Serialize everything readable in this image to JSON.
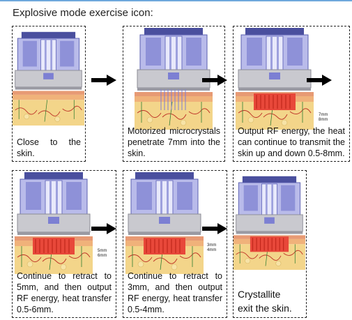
{
  "title": "Explosive mode exercise icon:",
  "panels": [
    {
      "caption": "Close to the skin."
    },
    {
      "caption": "Motorized microcrystals penetrate 7mm into the skin."
    },
    {
      "caption": "Output RF energy, the heat can continue to transmit the skin up and down 0.5-8mm.",
      "scale": [
        "7mm",
        "8mm"
      ]
    },
    {
      "caption": "Continue to retract to 5mm, and then output RF energy, heat transfer 0.5-6mm.",
      "scale": [
        "5mm",
        "6mm"
      ]
    },
    {
      "caption": "Continue to retract to 3mm, and then output RF energy, heat transfer 0.5-4mm.",
      "scale": [
        "3mm",
        "4mm"
      ]
    },
    {
      "caption_line1": "Crystallite",
      "caption_line2": "exit the skin."
    }
  ],
  "colors": {
    "skin": "#f3d58a",
    "skin_band": "#e79a74",
    "rf_energy": "#e8483a",
    "device": "#7c7fd3",
    "vessel": "#c0392b"
  }
}
